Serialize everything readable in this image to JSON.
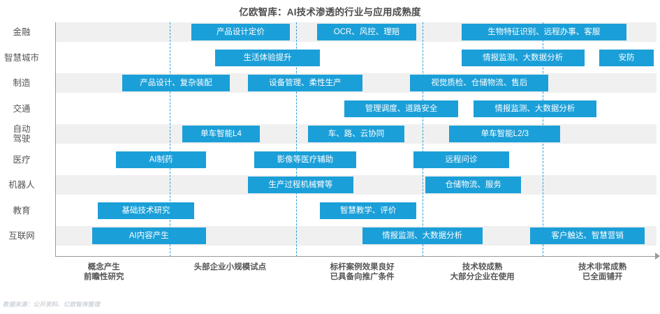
{
  "title": "亿欧智库：AI技术渗透的行业与应用成熟度",
  "footer": "数据来源：公开资料、亿欧智库整理",
  "colors": {
    "bar": "#1b9fd8",
    "gridline": "#2e9cd6",
    "band_shaded": "#f0f0f0",
    "band_plain": "#ffffff",
    "axis": "#9a9a9a",
    "text": "#555555",
    "footer_text": "#cfd4da"
  },
  "chart_data": {
    "type": "table",
    "title": "亿欧智库：AI技术渗透的行业与应用成熟度",
    "xlabel": "",
    "ylabel": "",
    "grid": true,
    "legend": "none",
    "x_axis_categories": [
      {
        "label_lines": [
          "概念产生",
          "前瞻性研究"
        ],
        "center_pct": 8
      },
      {
        "label_lines": [
          "头部企业小规模试点"
        ],
        "center_pct": 29
      },
      {
        "label_lines": [
          "标杆案例效果良好",
          "已具备向推广条件"
        ],
        "center_pct": 51
      },
      {
        "label_lines": [
          "技术较成熟",
          "大部分企业在使用"
        ],
        "center_pct": 71
      },
      {
        "label_lines": [
          "技术非常成熟",
          "已全面铺开"
        ],
        "center_pct": 91
      }
    ],
    "gridlines_pct": [
      19,
      40,
      61,
      81
    ],
    "rows": [
      {
        "category_lines": [
          "金融"
        ],
        "shaded": true,
        "bars": [
          {
            "label": "产品设计定价",
            "start_pct": 22.5,
            "width_pct": 16.5
          },
          {
            "label": "OCR、风控、理赔",
            "start_pct": 43.5,
            "width_pct": 16.5
          },
          {
            "label": "生物特征识别、远程办事、客服",
            "start_pct": 67.5,
            "width_pct": 27.5
          }
        ]
      },
      {
        "category_lines": [
          "智慧城市"
        ],
        "shaded": false,
        "bars": [
          {
            "label": "生活体验提升",
            "start_pct": 26.5,
            "width_pct": 17.5
          },
          {
            "label": "情报监测、大数据分析",
            "start_pct": 67.5,
            "width_pct": 20.5
          },
          {
            "label": "安防",
            "start_pct": 90.5,
            "width_pct": 9.0
          }
        ]
      },
      {
        "category_lines": [
          "制造"
        ],
        "shaded": true,
        "bars": [
          {
            "label": "产品设计、复杂装配",
            "start_pct": 11.0,
            "width_pct": 18.0
          },
          {
            "label": "设备管理、柔性生产",
            "start_pct": 32.0,
            "width_pct": 19.0
          },
          {
            "label": "视觉质检、仓储物流、售后",
            "start_pct": 59.0,
            "width_pct": 23.0
          }
        ]
      },
      {
        "category_lines": [
          "交通"
        ],
        "shaded": false,
        "bars": [
          {
            "label": "管理调度、道路安全",
            "start_pct": 48.0,
            "width_pct": 19.0
          },
          {
            "label": "情报监测、大数据分析",
            "start_pct": 69.5,
            "width_pct": 20.5
          }
        ]
      },
      {
        "category_lines": [
          "自动",
          "驾驶"
        ],
        "shaded": true,
        "bars": [
          {
            "label": "单车智能L4",
            "start_pct": 21.0,
            "width_pct": 13.0
          },
          {
            "label": "车、路、云协同",
            "start_pct": 42.0,
            "width_pct": 16.0
          },
          {
            "label": "单车智能L2/3",
            "start_pct": 65.5,
            "width_pct": 18.5
          }
        ]
      },
      {
        "category_lines": [
          "医疗"
        ],
        "shaded": false,
        "bars": [
          {
            "label": "AI制药",
            "start_pct": 10.0,
            "width_pct": 15.0
          },
          {
            "label": "影像等医疗辅助",
            "start_pct": 33.0,
            "width_pct": 17.0
          },
          {
            "label": "远程问诊",
            "start_pct": 59.5,
            "width_pct": 16.0
          }
        ]
      },
      {
        "category_lines": [
          "机器人"
        ],
        "shaded": true,
        "bars": [
          {
            "label": "生产过程机械臂等",
            "start_pct": 32.0,
            "width_pct": 17.5
          },
          {
            "label": "仓储物流、服务",
            "start_pct": 61.5,
            "width_pct": 16.0
          }
        ]
      },
      {
        "category_lines": [
          "教育"
        ],
        "shaded": false,
        "bars": [
          {
            "label": "基础技术研究",
            "start_pct": 7.0,
            "width_pct": 16.0
          },
          {
            "label": "智慧教学、评价",
            "start_pct": 44.0,
            "width_pct": 16.0
          }
        ]
      },
      {
        "category_lines": [
          "互联网"
        ],
        "shaded": true,
        "bars": [
          {
            "label": "AI内容产生",
            "start_pct": 6.0,
            "width_pct": 19.0
          },
          {
            "label": "情报监测、大数据分析",
            "start_pct": 51.0,
            "width_pct": 20.0
          },
          {
            "label": "客户触达、智慧营销",
            "start_pct": 79.0,
            "width_pct": 19.0
          }
        ]
      }
    ]
  }
}
